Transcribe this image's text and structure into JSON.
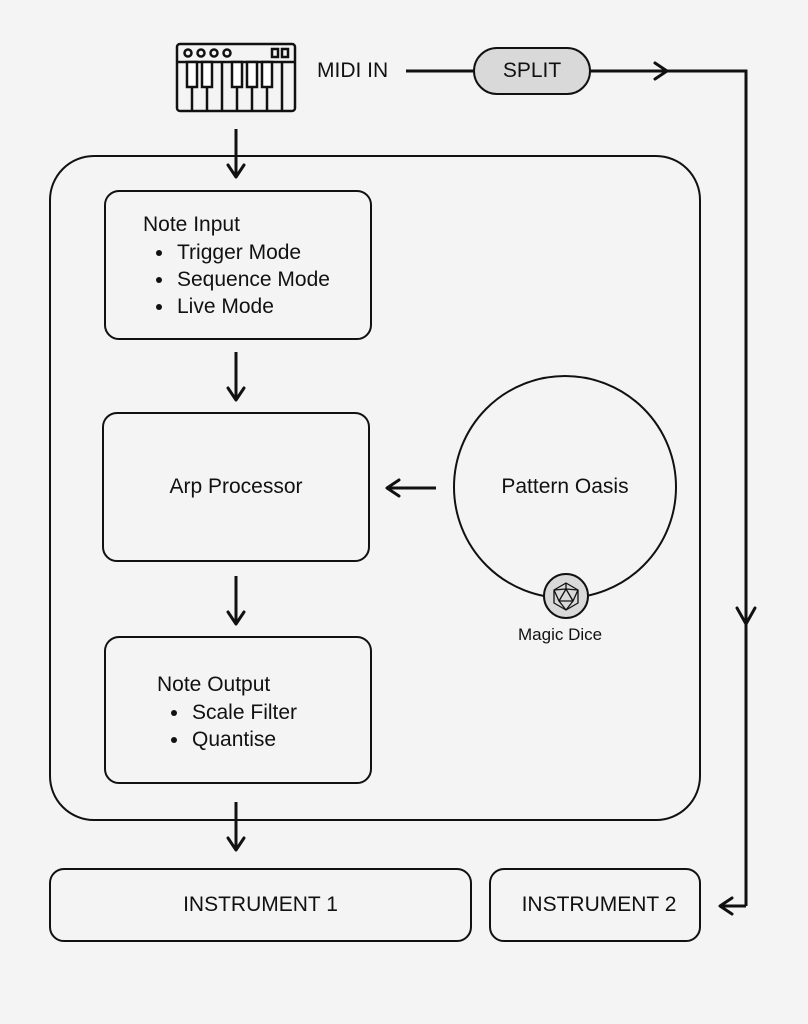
{
  "source": {
    "midi_label": "MIDI IN",
    "split_label": "SPLIT"
  },
  "note_input": {
    "title": "Note Input",
    "items": [
      "Trigger Mode",
      "Sequence Mode",
      "Live Mode"
    ]
  },
  "arp_processor": {
    "title": "Arp Processor"
  },
  "pattern": {
    "title": "Pattern Oasis",
    "dice_label": "Magic Dice"
  },
  "note_output": {
    "title": "Note Output",
    "items": [
      "Scale Filter",
      "Quantise"
    ]
  },
  "instruments": {
    "one": "INSTRUMENT 1",
    "two": "INSTRUMENT 2"
  },
  "colors": {
    "background": "#f4f4f4",
    "stroke": "#111111",
    "pill_fill": "#d9d9d9"
  }
}
